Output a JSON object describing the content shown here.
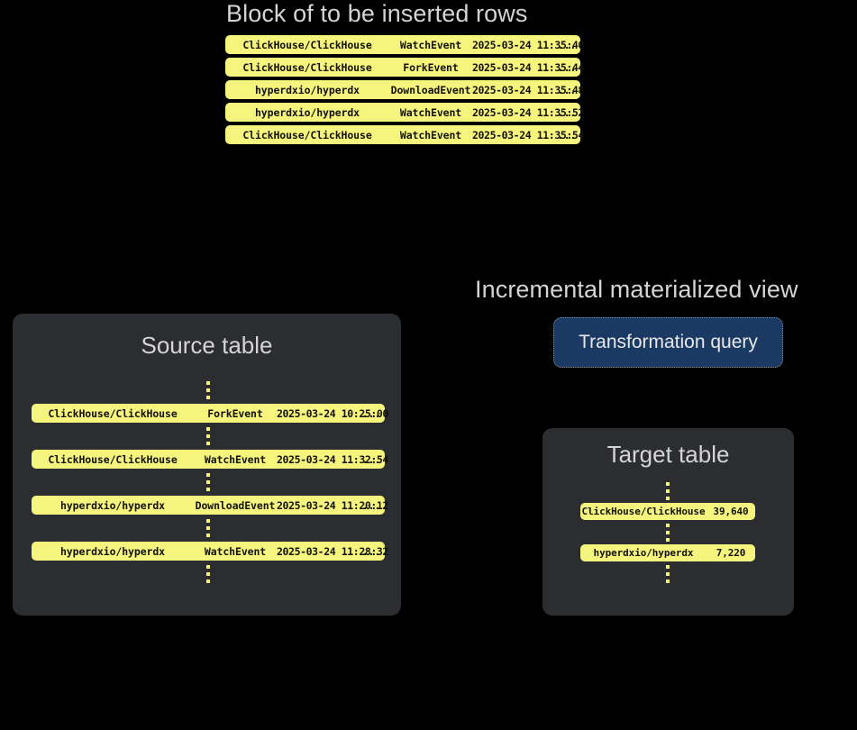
{
  "block": {
    "title": "Block of to be inserted rows",
    "rows": [
      {
        "repo": "ClickHouse/ClickHouse",
        "event": "WatchEvent",
        "timestamp": "2025-03-24 11:35:40",
        "more": "..."
      },
      {
        "repo": "ClickHouse/ClickHouse",
        "event": "ForkEvent",
        "timestamp": "2025-03-24 11:35:44",
        "more": "..."
      },
      {
        "repo": "hyperdxio/hyperdx",
        "event": "DownloadEvent",
        "timestamp": "2025-03-24 11:35:48",
        "more": "..."
      },
      {
        "repo": "hyperdxio/hyperdx",
        "event": "WatchEvent",
        "timestamp": "2025-03-24 11:35:52",
        "more": "..."
      },
      {
        "repo": "ClickHouse/ClickHouse",
        "event": "WatchEvent",
        "timestamp": "2025-03-24 11:35:54",
        "more": "..."
      }
    ]
  },
  "source_table": {
    "title": "Source table",
    "rows": [
      {
        "repo": "ClickHouse/ClickHouse",
        "event": "ForkEvent",
        "timestamp": "2025-03-24 10:25:00",
        "more": "..."
      },
      {
        "repo": "ClickHouse/ClickHouse",
        "event": "WatchEvent",
        "timestamp": "2025-03-24 11:32:54",
        "more": "..."
      },
      {
        "repo": "hyperdxio/hyperdx",
        "event": "DownloadEvent",
        "timestamp": "2025-03-24 11:20:12",
        "more": "..."
      },
      {
        "repo": "hyperdxio/hyperdx",
        "event": "WatchEvent",
        "timestamp": "2025-03-24 11:28:32",
        "more": "..."
      }
    ]
  },
  "materialized_view": {
    "title": "Incremental materialized view",
    "query_label": "Transformation query"
  },
  "target_table": {
    "title": "Target table",
    "rows": [
      {
        "repo": "ClickHouse/ClickHouse",
        "count": "39,640"
      },
      {
        "repo": "hyperdxio/hyperdx",
        "count": "7,220"
      }
    ]
  },
  "colors": {
    "background": "#000000",
    "panel": "#2b2d31",
    "row_yellow": "#f5f57d",
    "row_text": "#14120a",
    "heading": "#d4d4d4",
    "query_fill": "#1b3a63",
    "query_border": "#8c8c8c"
  }
}
